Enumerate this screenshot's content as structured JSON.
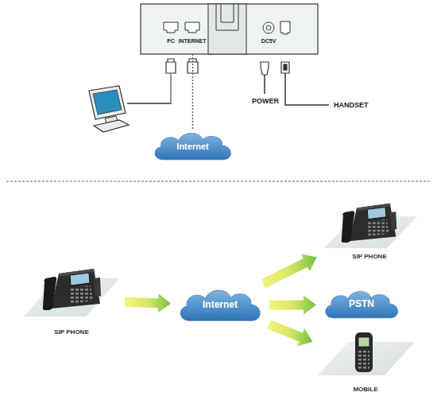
{
  "diagram": {
    "nodes": [
      {
        "text": [
          "PC",
          "INTERNET",
          "DC5V"
        ]
      },
      {
        "text": [
          "Internet"
        ]
      },
      {
        "text": [
          "SIP PHONE"
        ]
      },
      {
        "text": [
          "Internet"
        ]
      },
      {
        "text": [
          "SIP PHONE"
        ]
      },
      {
        "text": [
          "PSTN"
        ]
      },
      {
        "text": [
          "MOBILE"
        ]
      }
    ],
    "edges": [
      {
        "from": 0,
        "to": 1,
        "arrow": "none"
      },
      {
        "from": 2,
        "to": 3,
        "arrow": "to"
      },
      {
        "from": 3,
        "to": 4,
        "arrow": "to"
      },
      {
        "from": 3,
        "to": 5,
        "arrow": "to"
      },
      {
        "from": 3,
        "to": 6,
        "arrow": "to"
      }
    ],
    "labels": [
      "POWER",
      "HANDSET"
    ]
  }
}
